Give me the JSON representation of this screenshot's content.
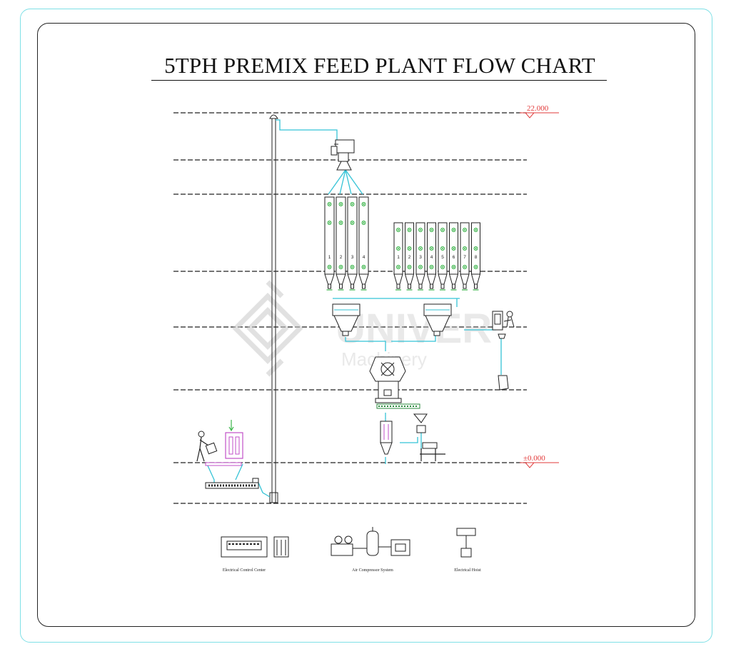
{
  "title": "5TPH PREMIX FEED PLANT FLOW CHART",
  "elevations": {
    "top": "22.000",
    "ground": "±0.000"
  },
  "bin_group_left": {
    "bin_numbers": [
      "1",
      "2",
      "3",
      "4"
    ]
  },
  "bin_group_right": {
    "bin_numbers": [
      "1",
      "2",
      "3",
      "4",
      "5",
      "6",
      "7",
      "8"
    ]
  },
  "watermark": {
    "brand": "UNIVER",
    "sub": "Machinery"
  },
  "legend": {
    "electrical_control_center": "Electrical Control Center",
    "air_compressor_system": "Air Compressor System",
    "electrical_hoist": "Electrical Hoist"
  },
  "colors": {
    "pipe": "#35c3d6",
    "elevation_mark": "#e23b3b",
    "frame_outer": "#7fe0e6",
    "bin_symbol": "#3bb54a",
    "pit": "#c24fc9"
  }
}
